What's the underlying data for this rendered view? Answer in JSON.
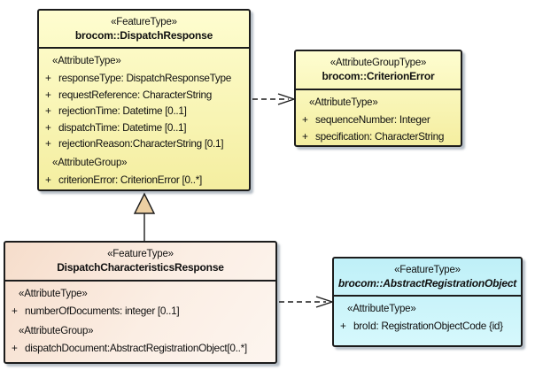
{
  "diagram": {
    "type": "uml-class-diagram",
    "background": "#FFFFFF",
    "colors": {
      "yellow_fill_top": "#FEFDD0",
      "yellow_fill_bottom": "#F4EEA0",
      "peach_fill_top": "#F6DDCB",
      "peach_fill_bottom": "#FDF5EF",
      "cyan_fill_top": "#BFF0F8",
      "cyan_fill_bottom": "#D6F8FC",
      "border": "#1C1C1C",
      "generalization_arrow_fill": "#ECCFA2"
    }
  },
  "classes": [
    {
      "stereotype": "«FeatureType»",
      "name": "brocom::DispatchResponse",
      "sections": [
        {
          "heading": "«AttributeType»",
          "items": [
            {
              "vis": "+",
              "text": "responseType: DispatchResponseType"
            },
            {
              "vis": "+",
              "text": "requestReference: CharacterString"
            },
            {
              "vis": "+",
              "text": "rejectionTime: Datetime [0..1]"
            },
            {
              "vis": "+",
              "text": "dispatchTime: Datetime [0..1]"
            },
            {
              "vis": "+",
              "text": "rejectionReason:CharacterString [0.1]"
            }
          ]
        },
        {
          "heading": "«AttributeGroup»",
          "items": [
            {
              "vis": "+",
              "text": "criterionError: CriterionError [0..*]"
            }
          ]
        }
      ]
    },
    {
      "stereotype": "«AttributeGroupType»",
      "name": "brocom::CriterionError",
      "sections": [
        {
          "heading": "«AttributeType»",
          "items": [
            {
              "vis": "+",
              "text": "sequenceNumber: Integer"
            },
            {
              "vis": "+",
              "text": "specification: CharacterString"
            }
          ]
        }
      ]
    },
    {
      "stereotype": "«FeatureType»",
      "name": "DispatchCharacteristicsResponse",
      "sections": [
        {
          "heading": "«AttributeType»",
          "items": [
            {
              "vis": "+",
              "text": "numberOfDocuments: integer [0..1]"
            }
          ]
        },
        {
          "heading": "«AttributeGroup»",
          "items": [
            {
              "vis": "+",
              "text": "dispatchDocument:AbstractRegistrationObject[0..*]"
            }
          ]
        }
      ]
    },
    {
      "stereotype": "«FeatureType»",
      "name": "brocom::AbstractRegistrationObject",
      "sections": [
        {
          "heading": "«AttributeType»",
          "items": [
            {
              "vis": "+",
              "text": "broId: RegistrationObjectCode {id}"
            }
          ]
        }
      ]
    }
  ],
  "connectors": [
    {
      "type": "dependency",
      "style": "dashed-open-arrow",
      "from": "brocom::DispatchResponse",
      "to": "brocom::CriterionError"
    },
    {
      "type": "generalization",
      "style": "solid-hollow-triangle",
      "from": "DispatchCharacteristicsResponse",
      "to": "brocom::DispatchResponse"
    },
    {
      "type": "dependency",
      "style": "dashed-open-arrow",
      "from": "DispatchCharacteristicsResponse",
      "to": "brocom::AbstractRegistrationObject"
    }
  ]
}
